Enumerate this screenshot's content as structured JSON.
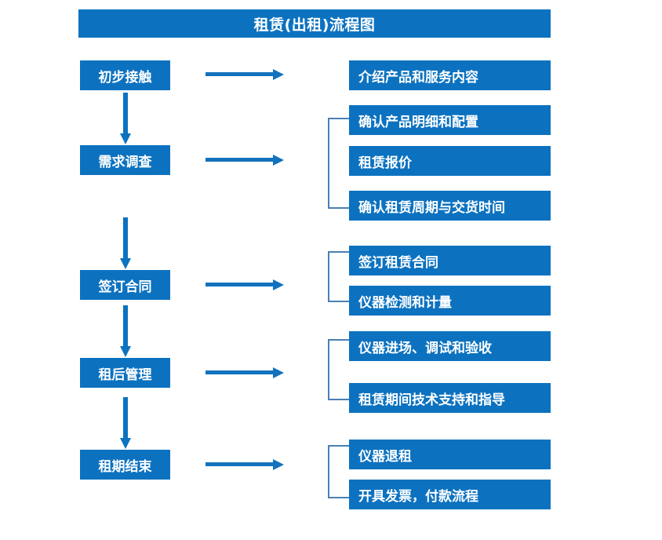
{
  "chart_data": {
    "type": "diagram",
    "diagram_kind": "flowchart",
    "title": "租赁(出租)流程图",
    "orientation": "top-to-bottom with right branches",
    "accent_color": "#0c72c0",
    "bracket_color": "#4a7fb5",
    "text_color": "#ffffff",
    "background": "#ffffff",
    "stages": [
      {
        "id": "stage-1",
        "label": "初步接触",
        "details": [
          "介绍产品和服务内容"
        ],
        "bracketed": false
      },
      {
        "id": "stage-2",
        "label": "需求调查",
        "details": [
          "确认产品明细和配置",
          "租赁报价",
          "确认租赁周期与交货时间"
        ],
        "bracketed": true
      },
      {
        "id": "stage-3",
        "label": "签订合同",
        "details": [
          "签订租赁合同",
          "仪器检测和计量"
        ],
        "bracketed": true
      },
      {
        "id": "stage-4",
        "label": "租后管理",
        "details": [
          "仪器进场、调试和验收",
          "租赁期间技术支持和指导"
        ],
        "bracketed": true
      },
      {
        "id": "stage-5",
        "label": "租期结束",
        "details": [
          "仪器退租",
          "开具发票，付款流程"
        ],
        "bracketed": true
      }
    ],
    "connectors": {
      "vertical_arrows": 4,
      "horizontal_arrows": 5,
      "brackets": 4
    }
  },
  "header": {
    "title": "租赁(出租)流程图"
  },
  "stages": {
    "s1": {
      "label": "初步接触"
    },
    "s2": {
      "label": "需求调查"
    },
    "s3": {
      "label": "签订合同"
    },
    "s4": {
      "label": "租后管理"
    },
    "s5": {
      "label": "租期结束"
    }
  },
  "details": {
    "d1": {
      "label": "介绍产品和服务内容"
    },
    "d2": {
      "label": "确认产品明细和配置"
    },
    "d3": {
      "label": "租赁报价"
    },
    "d4": {
      "label": "确认租赁周期与交货时间"
    },
    "d5": {
      "label": "签订租赁合同"
    },
    "d6": {
      "label": "仪器检测和计量"
    },
    "d7": {
      "label": "仪器进场、调试和验收"
    },
    "d8": {
      "label": "租赁期间技术支持和指导"
    },
    "d9": {
      "label": "仪器退租"
    },
    "d10": {
      "label": "开具发票，付款流程"
    }
  }
}
